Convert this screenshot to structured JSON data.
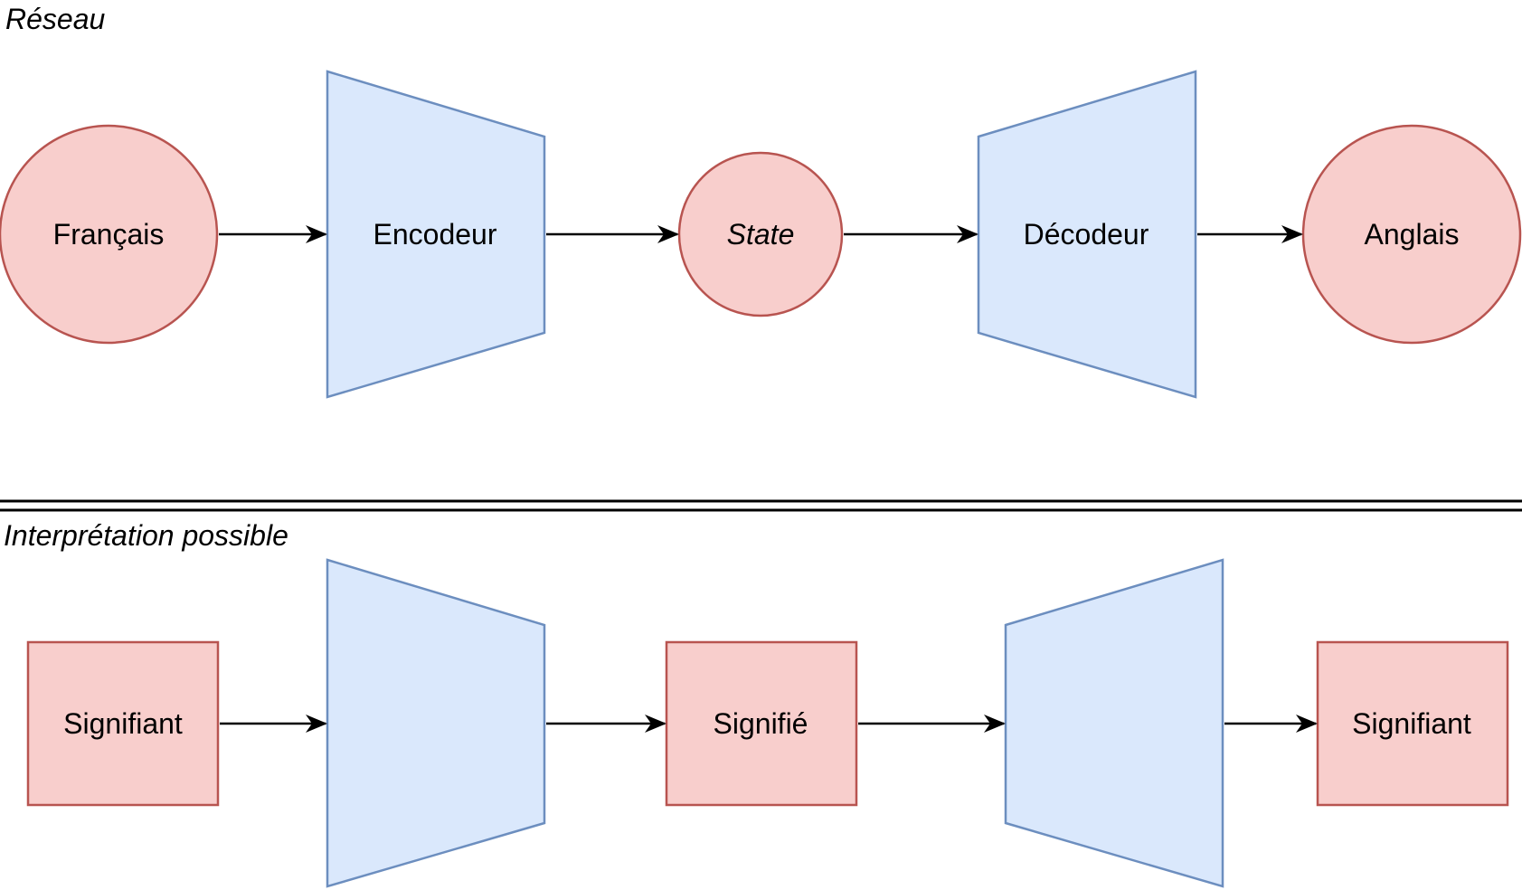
{
  "colors": {
    "node_fill_red": "#f8cecc",
    "node_stroke_red": "#b85450",
    "node_fill_blue": "#dae8fc",
    "node_stroke_blue": "#6c8ebf",
    "edge": "#000000"
  },
  "top_section": {
    "title": "Réseau",
    "source": "Français",
    "encoder": "Encodeur",
    "state": "State",
    "decoder": "Décodeur",
    "target": "Anglais"
  },
  "bottom_section": {
    "title": "Interprétation possible",
    "source": "Signifiant",
    "encoder": "",
    "middle": "Signifié",
    "decoder": "",
    "target": "Signifiant"
  }
}
